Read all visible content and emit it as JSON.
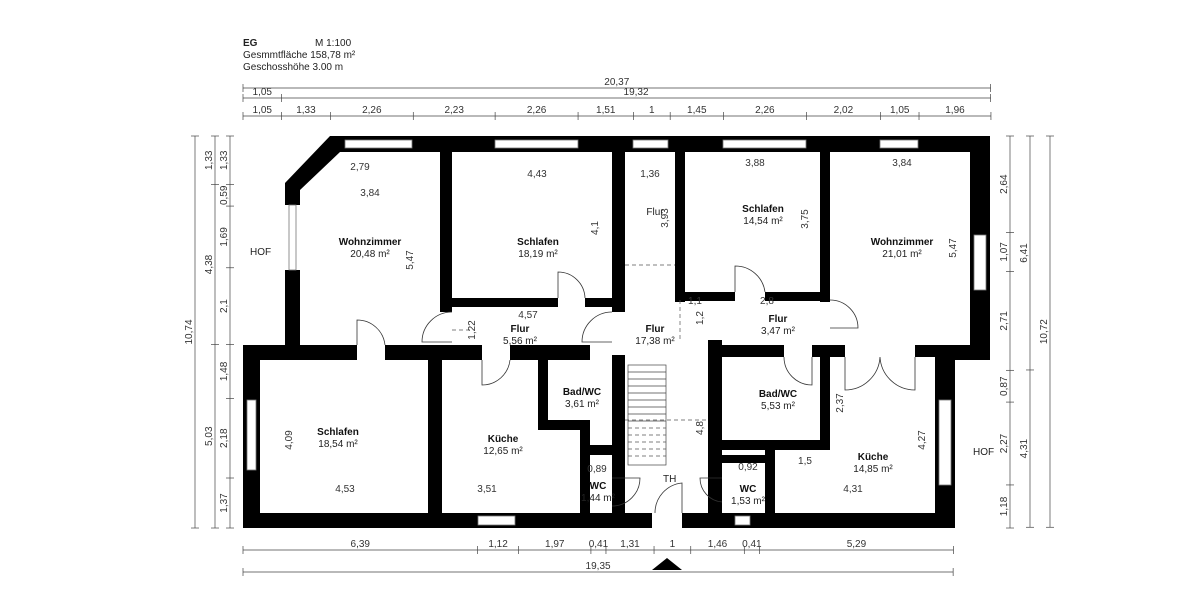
{
  "header": {
    "floor": "EG",
    "scale": "M 1:100",
    "total_area": "Gesmmtfläche 158,78 m²",
    "floor_height": "Geschosshöhe 3.00 m"
  },
  "dimensions": {
    "top_total": "20,37",
    "top_row2": [
      "1,05",
      "19,32"
    ],
    "top_row3": [
      "1,05",
      "1,33",
      "2,26",
      "2,23",
      "2,26",
      "1,51",
      "1",
      "1,45",
      "2,26",
      "2,02",
      "1,05",
      "1,96"
    ],
    "left_total": "10,74",
    "left_outer": [
      "1,33",
      "4,38",
      "5,03"
    ],
    "left_inner": [
      "1,33",
      "0,59",
      "1,69",
      "2,1",
      "1,48",
      "2,18",
      "1,37"
    ],
    "right_inner": [
      "2,64",
      "1,07",
      "2,71",
      "0,87",
      "2,27",
      "1,18"
    ],
    "right_outer": [
      "6,41",
      "4,31"
    ],
    "right_total": "10,72",
    "bottom_row": [
      "6,39",
      "1,12",
      "1,97",
      "0,41",
      "1,31",
      "1",
      "1,46",
      "0,41",
      "5,29"
    ],
    "bottom_total": "19,35",
    "interior": [
      "2,79",
      "3,84",
      "4,43",
      "5,47",
      "4,1",
      "1,36",
      "3,93",
      "3,88",
      "3,75",
      "3,84",
      "5,47",
      "4,57",
      "1,22",
      "1,1",
      "2,8",
      "1,2",
      "4,53",
      "4,09",
      "3,51",
      "0,89",
      "2,37",
      "4,8",
      "0,92",
      "1,5",
      "4,31",
      "4,27"
    ]
  },
  "labels": {
    "hof_left": "HOF",
    "hof_right": "HOF",
    "entrance": "TH"
  },
  "rooms": [
    {
      "name": "Wohnzimmer",
      "area": "20,48 m²"
    },
    {
      "name": "Schlafen",
      "area": "18,19 m²"
    },
    {
      "name": "Flur",
      "area": ""
    },
    {
      "name": "Schlafen",
      "area": "14,54 m²"
    },
    {
      "name": "Wohnzimmer",
      "area": "21,01 m²"
    },
    {
      "name": "Flur",
      "area": "5,56 m²"
    },
    {
      "name": "Flur",
      "area": "17,38 m²"
    },
    {
      "name": "Flur",
      "area": "3,47 m²"
    },
    {
      "name": "Bad/WC",
      "area": "3,61 m²"
    },
    {
      "name": "Bad/WC",
      "area": "5,53 m²"
    },
    {
      "name": "Schlafen",
      "area": "18,54 m²"
    },
    {
      "name": "Küche",
      "area": "12,65 m²"
    },
    {
      "name": "WC",
      "area": "1,44 m²"
    },
    {
      "name": "WC",
      "area": "1,53 m²"
    },
    {
      "name": "Küche",
      "area": "14,85 m²"
    }
  ]
}
